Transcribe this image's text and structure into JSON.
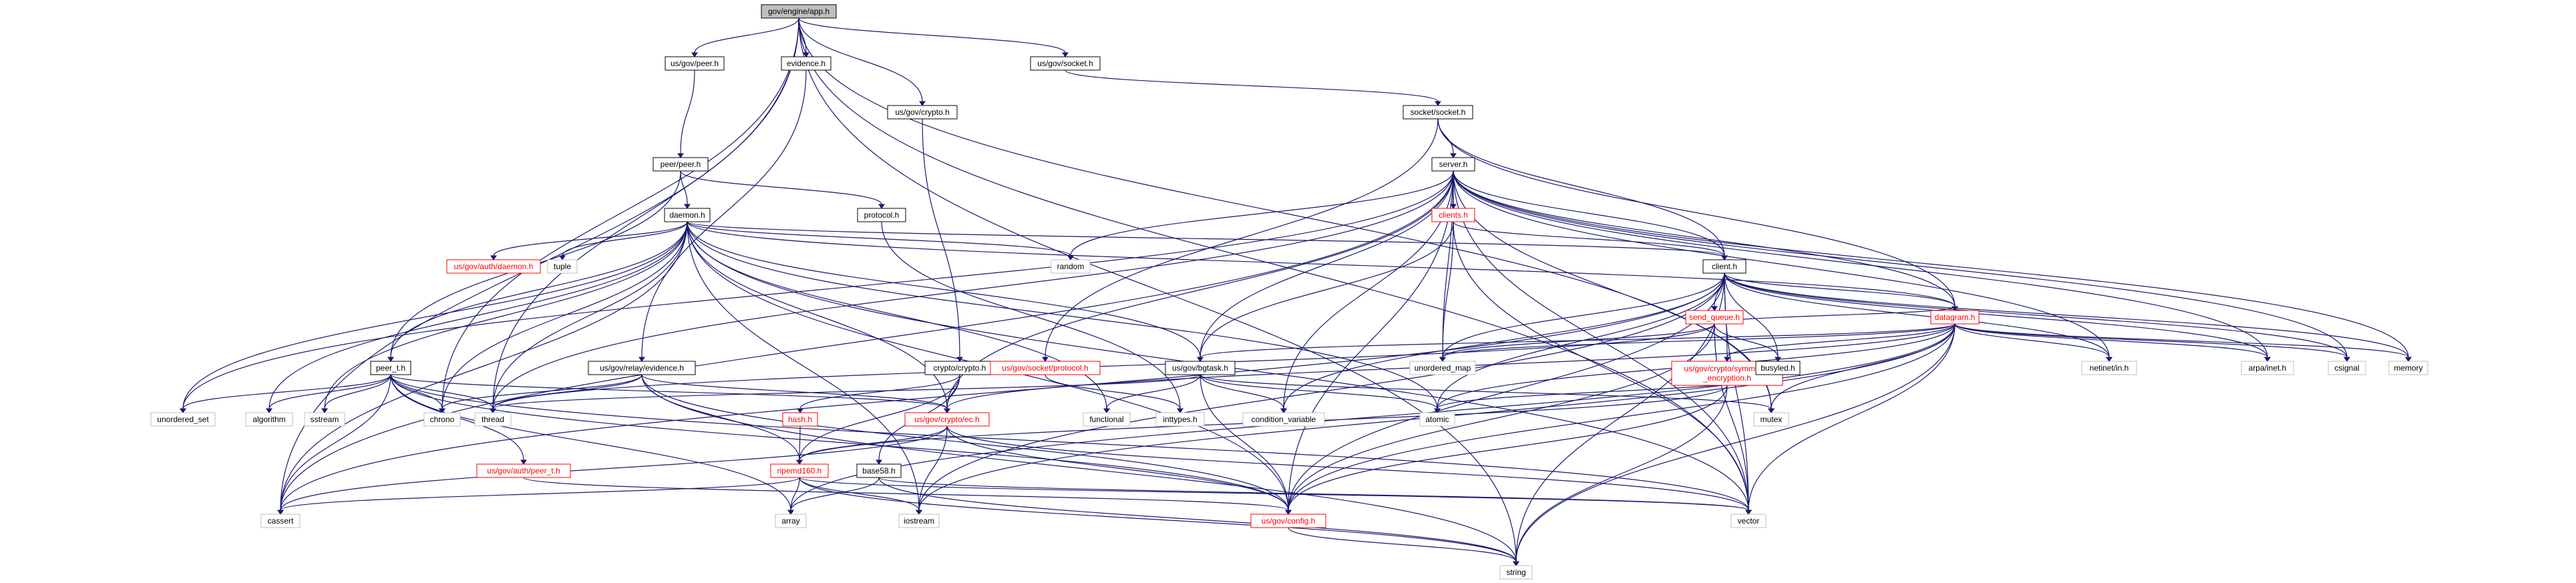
{
  "colors": {
    "edge": "#191970",
    "root_fill": "#bfbfbf",
    "root_border": "#000000",
    "node_border_linked": "#000000",
    "node_border_external": "#bfbfbf",
    "node_border_red": "#ff0000",
    "text_default": "#000000",
    "text_red": "#ff0000"
  },
  "nodes": [
    {
      "id": "app",
      "label": "gov/engine/app.h",
      "kind": "root"
    },
    {
      "id": "peer_h",
      "label": "us/gov/peer.h",
      "kind": "linked"
    },
    {
      "id": "evidence_h",
      "label": "evidence.h",
      "kind": "linked"
    },
    {
      "id": "crypto_h",
      "label": "us/gov/crypto.h",
      "kind": "linked"
    },
    {
      "id": "socket_h",
      "label": "us/gov/socket.h",
      "kind": "linked"
    },
    {
      "id": "socket_socket",
      "label": "socket/socket.h",
      "kind": "linked"
    },
    {
      "id": "peer_peer",
      "label": "peer/peer.h",
      "kind": "linked"
    },
    {
      "id": "server",
      "label": "server.h",
      "kind": "linked"
    },
    {
      "id": "protocol",
      "label": "protocol.h",
      "kind": "linked"
    },
    {
      "id": "daemon",
      "label": "daemon.h",
      "kind": "linked"
    },
    {
      "id": "clients",
      "label": "clients.h",
      "kind": "red"
    },
    {
      "id": "client",
      "label": "client.h",
      "kind": "linked"
    },
    {
      "id": "auth_daemon",
      "label": "us/gov/auth/daemon.h",
      "kind": "red"
    },
    {
      "id": "tuple",
      "label": "tuple",
      "kind": "external"
    },
    {
      "id": "random",
      "label": "random",
      "kind": "external"
    },
    {
      "id": "send_queue",
      "label": "send_queue.h",
      "kind": "red"
    },
    {
      "id": "datagram",
      "label": "datagram.h",
      "kind": "red"
    },
    {
      "id": "peer_t",
      "label": "peer_t.h",
      "kind": "linked"
    },
    {
      "id": "relay_evidence",
      "label": "us/gov/relay/evidence.h",
      "kind": "linked"
    },
    {
      "id": "crypto_crypto",
      "label": "crypto/crypto.h",
      "kind": "linked"
    },
    {
      "id": "socket_protocol",
      "label": "us/gov/socket/protocol.h",
      "kind": "red"
    },
    {
      "id": "bgtask",
      "label": "us/gov/bgtask.h",
      "kind": "linked"
    },
    {
      "id": "sym_enc",
      "label": "us/gov/crypto/symmetric\n_encryption.h",
      "kind": "red"
    },
    {
      "id": "unordered_map",
      "label": "unordered_map",
      "kind": "external"
    },
    {
      "id": "busyled",
      "label": "busyled.h",
      "kind": "linked"
    },
    {
      "id": "netinet",
      "label": "netinet/in.h",
      "kind": "external"
    },
    {
      "id": "arpa",
      "label": "arpa/inet.h",
      "kind": "external"
    },
    {
      "id": "csignal",
      "label": "csignal",
      "kind": "external"
    },
    {
      "id": "memory",
      "label": "memory",
      "kind": "external"
    },
    {
      "id": "unordered_set",
      "label": "unordered_set",
      "kind": "external"
    },
    {
      "id": "algorithm",
      "label": "algorithm",
      "kind": "external"
    },
    {
      "id": "sstream",
      "label": "sstream",
      "kind": "external"
    },
    {
      "id": "chrono",
      "label": "chrono",
      "kind": "external"
    },
    {
      "id": "thread",
      "label": "thread",
      "kind": "external"
    },
    {
      "id": "hash_h",
      "label": "hash.h",
      "kind": "red"
    },
    {
      "id": "ec_h",
      "label": "us/gov/crypto/ec.h",
      "kind": "red"
    },
    {
      "id": "functional",
      "label": "functional",
      "kind": "external"
    },
    {
      "id": "inttypes",
      "label": "inttypes.h",
      "kind": "external"
    },
    {
      "id": "cond_var",
      "label": "condition_variable",
      "kind": "external"
    },
    {
      "id": "atomic",
      "label": "atomic",
      "kind": "external"
    },
    {
      "id": "mutex",
      "label": "mutex",
      "kind": "external"
    },
    {
      "id": "auth_peer_t",
      "label": "us/gov/auth/peer_t.h",
      "kind": "red"
    },
    {
      "id": "ripemd",
      "label": "ripemd160.h",
      "kind": "red"
    },
    {
      "id": "base58",
      "label": "base58.h",
      "kind": "linked"
    },
    {
      "id": "config",
      "label": "us/gov/config.h",
      "kind": "red"
    },
    {
      "id": "cassert",
      "label": "cassert",
      "kind": "external"
    },
    {
      "id": "array",
      "label": "array",
      "kind": "external"
    },
    {
      "id": "iostream",
      "label": "iostream",
      "kind": "external"
    },
    {
      "id": "vector",
      "label": "vector",
      "kind": "external"
    },
    {
      "id": "string",
      "label": "string",
      "kind": "external"
    }
  ],
  "edges": [
    [
      "app",
      "peer_h"
    ],
    [
      "app",
      "evidence_h"
    ],
    [
      "app",
      "crypto_h"
    ],
    [
      "app",
      "socket_h"
    ],
    [
      "app",
      "cassert"
    ],
    [
      "app",
      "chrono"
    ],
    [
      "app",
      "thread"
    ],
    [
      "app",
      "mutex"
    ],
    [
      "app",
      "vector"
    ],
    [
      "app",
      "string"
    ],
    [
      "peer_h",
      "peer_peer"
    ],
    [
      "evidence_h",
      "relay_evidence"
    ],
    [
      "crypto_h",
      "crypto_crypto"
    ],
    [
      "socket_h",
      "socket_socket"
    ],
    [
      "socket_socket",
      "server"
    ],
    [
      "socket_socket",
      "client"
    ],
    [
      "socket_socket",
      "datagram"
    ],
    [
      "socket_socket",
      "socket_protocol"
    ],
    [
      "peer_peer",
      "daemon"
    ],
    [
      "peer_peer",
      "protocol"
    ],
    [
      "peer_peer",
      "peer_t"
    ],
    [
      "protocol",
      "inttypes"
    ],
    [
      "server",
      "clients"
    ],
    [
      "server",
      "client"
    ],
    [
      "server",
      "datagram"
    ],
    [
      "server",
      "random"
    ],
    [
      "server",
      "bgtask"
    ],
    [
      "server",
      "unordered_map"
    ],
    [
      "server",
      "netinet"
    ],
    [
      "server",
      "arpa"
    ],
    [
      "server",
      "csignal"
    ],
    [
      "server",
      "memory"
    ],
    [
      "server",
      "unordered_set"
    ],
    [
      "server",
      "thread"
    ],
    [
      "server",
      "cassert"
    ],
    [
      "server",
      "config"
    ],
    [
      "server",
      "vector"
    ],
    [
      "server",
      "ec_h"
    ],
    [
      "server",
      "cond_var"
    ],
    [
      "server",
      "mutex"
    ],
    [
      "daemon",
      "auth_daemon"
    ],
    [
      "daemon",
      "tuple"
    ],
    [
      "daemon",
      "random"
    ],
    [
      "daemon",
      "client"
    ],
    [
      "daemon",
      "peer_t"
    ],
    [
      "daemon",
      "bgtask"
    ],
    [
      "daemon",
      "datagram"
    ],
    [
      "daemon",
      "unordered_set"
    ],
    [
      "daemon",
      "algorithm"
    ],
    [
      "daemon",
      "sstream"
    ],
    [
      "daemon",
      "chrono"
    ],
    [
      "daemon",
      "thread"
    ],
    [
      "daemon",
      "cassert"
    ],
    [
      "daemon",
      "iostream"
    ],
    [
      "daemon",
      "config"
    ],
    [
      "daemon",
      "functional"
    ],
    [
      "daemon",
      "atomic"
    ],
    [
      "daemon",
      "ec_h"
    ],
    [
      "daemon",
      "vector"
    ],
    [
      "clients",
      "client"
    ],
    [
      "clients",
      "bgtask"
    ],
    [
      "clients",
      "unordered_map"
    ],
    [
      "clients",
      "vector"
    ],
    [
      "client",
      "send_queue"
    ],
    [
      "client",
      "datagram"
    ],
    [
      "client",
      "sym_enc"
    ],
    [
      "client",
      "busyled"
    ],
    [
      "client",
      "unordered_map"
    ],
    [
      "client",
      "netinet"
    ],
    [
      "client",
      "arpa"
    ],
    [
      "client",
      "csignal"
    ],
    [
      "client",
      "memory"
    ],
    [
      "client",
      "cond_var"
    ],
    [
      "client",
      "atomic"
    ],
    [
      "client",
      "config"
    ],
    [
      "client",
      "string"
    ],
    [
      "client",
      "vector"
    ],
    [
      "client",
      "iostream"
    ],
    [
      "client",
      "cassert"
    ],
    [
      "send_queue",
      "datagram"
    ],
    [
      "send_queue",
      "busyled"
    ],
    [
      "send_queue",
      "unordered_map"
    ],
    [
      "send_queue",
      "config"
    ],
    [
      "send_queue",
      "vector"
    ],
    [
      "send_queue",
      "thread"
    ],
    [
      "datagram",
      "sym_enc"
    ],
    [
      "datagram",
      "ec_h"
    ],
    [
      "datagram",
      "bgtask"
    ],
    [
      "datagram",
      "netinet"
    ],
    [
      "datagram",
      "arpa"
    ],
    [
      "datagram",
      "csignal"
    ],
    [
      "datagram",
      "memory"
    ],
    [
      "datagram",
      "mutex"
    ],
    [
      "datagram",
      "atomic"
    ],
    [
      "datagram",
      "config"
    ],
    [
      "datagram",
      "vector"
    ],
    [
      "datagram",
      "string"
    ],
    [
      "datagram",
      "array"
    ],
    [
      "datagram",
      "unordered_map"
    ],
    [
      "datagram",
      "iostream"
    ],
    [
      "peer_t",
      "unordered_set"
    ],
    [
      "peer_t",
      "algorithm"
    ],
    [
      "peer_t",
      "sstream"
    ],
    [
      "peer_t",
      "chrono"
    ],
    [
      "peer_t",
      "thread"
    ],
    [
      "peer_t",
      "cassert"
    ],
    [
      "peer_t",
      "auth_peer_t"
    ],
    [
      "peer_t",
      "array"
    ],
    [
      "peer_t",
      "config"
    ],
    [
      "peer_t",
      "ec_h"
    ],
    [
      "peer_t",
      "vector"
    ],
    [
      "relay_evidence",
      "chrono"
    ],
    [
      "relay_evidence",
      "thread"
    ],
    [
      "relay_evidence",
      "ec_h"
    ],
    [
      "relay_evidence",
      "ripemd"
    ],
    [
      "relay_evidence",
      "string"
    ],
    [
      "relay_evidence",
      "config"
    ],
    [
      "crypto_crypto",
      "hash_h"
    ],
    [
      "crypto_crypto",
      "ec_h"
    ],
    [
      "crypto_crypto",
      "ripemd"
    ],
    [
      "crypto_crypto",
      "base58"
    ],
    [
      "socket_protocol",
      "inttypes"
    ],
    [
      "bgtask",
      "functional"
    ],
    [
      "bgtask",
      "cond_var"
    ],
    [
      "bgtask",
      "atomic"
    ],
    [
      "bgtask",
      "thread"
    ],
    [
      "bgtask",
      "config"
    ],
    [
      "bgtask",
      "mutex"
    ],
    [
      "sym_enc",
      "ripemd"
    ],
    [
      "sym_enc",
      "config"
    ],
    [
      "sym_enc",
      "string"
    ],
    [
      "busyled",
      "atomic"
    ],
    [
      "hash_h",
      "ripemd"
    ],
    [
      "ec_h",
      "ripemd"
    ],
    [
      "ec_h",
      "cassert"
    ],
    [
      "ec_h",
      "config"
    ],
    [
      "ec_h",
      "vector"
    ],
    [
      "ec_h",
      "iostream"
    ],
    [
      "auth_peer_t",
      "config"
    ],
    [
      "ripemd",
      "cassert"
    ],
    [
      "ripemd",
      "array"
    ],
    [
      "ripemd",
      "iostream"
    ],
    [
      "ripemd",
      "string"
    ],
    [
      "ripemd",
      "vector"
    ],
    [
      "base58",
      "array"
    ],
    [
      "base58",
      "string"
    ],
    [
      "base58",
      "vector"
    ],
    [
      "config",
      "string"
    ]
  ]
}
